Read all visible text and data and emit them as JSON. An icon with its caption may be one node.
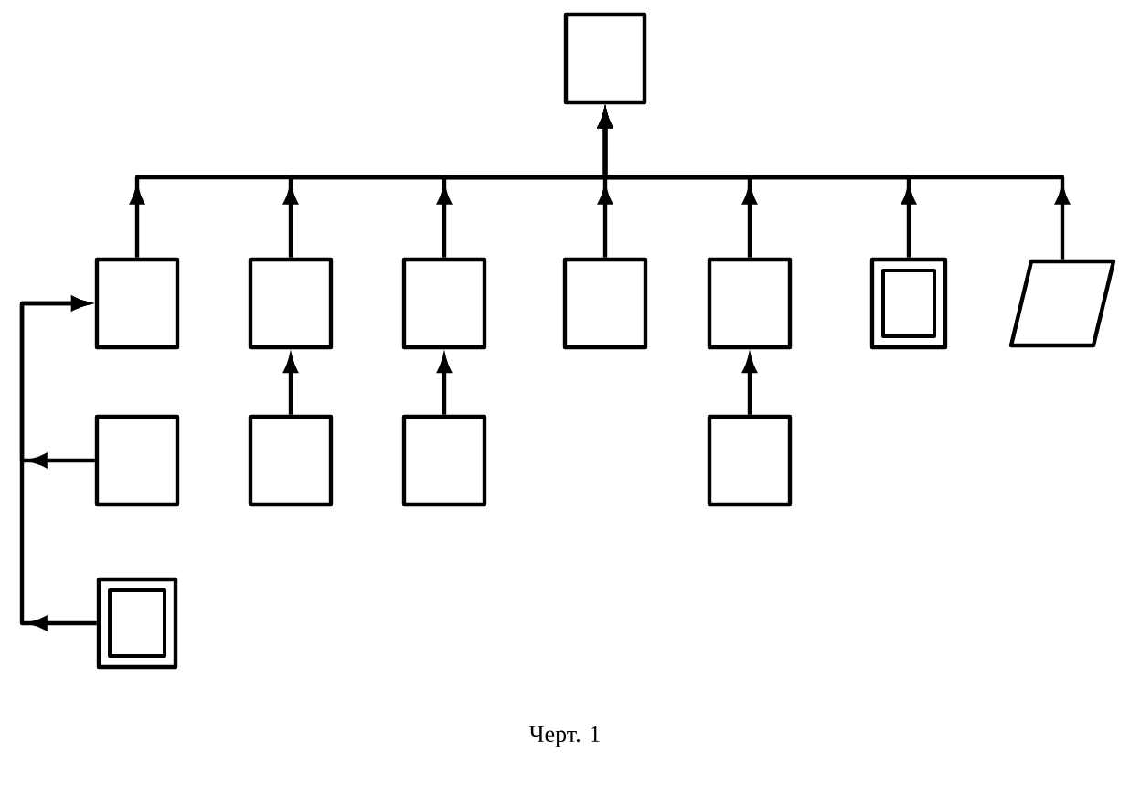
{
  "diagram": {
    "caption": "Черт. 1",
    "nodes": [
      {
        "text": [],
        "shape": "box"
      },
      {
        "text": [],
        "shape": "box"
      },
      {
        "text": [],
        "shape": "box"
      },
      {
        "text": [],
        "shape": "box"
      },
      {
        "text": [],
        "shape": "box"
      },
      {
        "text": [],
        "shape": "box"
      },
      {
        "text": [],
        "shape": "frame"
      },
      {
        "text": [],
        "shape": "parallelogram"
      },
      {
        "text": [],
        "shape": "box"
      },
      {
        "text": [],
        "shape": "box"
      },
      {
        "text": [],
        "shape": "box"
      },
      {
        "text": [],
        "shape": "box"
      },
      {
        "text": [],
        "shape": "frame"
      }
    ],
    "edges": [
      {
        "from": 1,
        "to": 0,
        "arrow": "to"
      },
      {
        "from": 2,
        "to": 0,
        "arrow": "to"
      },
      {
        "from": 3,
        "to": 0,
        "arrow": "to"
      },
      {
        "from": 4,
        "to": 0,
        "arrow": "to"
      },
      {
        "from": 5,
        "to": 0,
        "arrow": "to"
      },
      {
        "from": 6,
        "to": 0,
        "arrow": "to"
      },
      {
        "from": 7,
        "to": 0,
        "arrow": "to"
      },
      {
        "from": 9,
        "to": 2,
        "arrow": "to"
      },
      {
        "from": 10,
        "to": 3,
        "arrow": "to"
      },
      {
        "from": 11,
        "to": 5,
        "arrow": "to"
      },
      {
        "from": 8,
        "to": 1,
        "arrow": "to"
      },
      {
        "from": 12,
        "to": 1,
        "arrow": "to"
      }
    ]
  }
}
